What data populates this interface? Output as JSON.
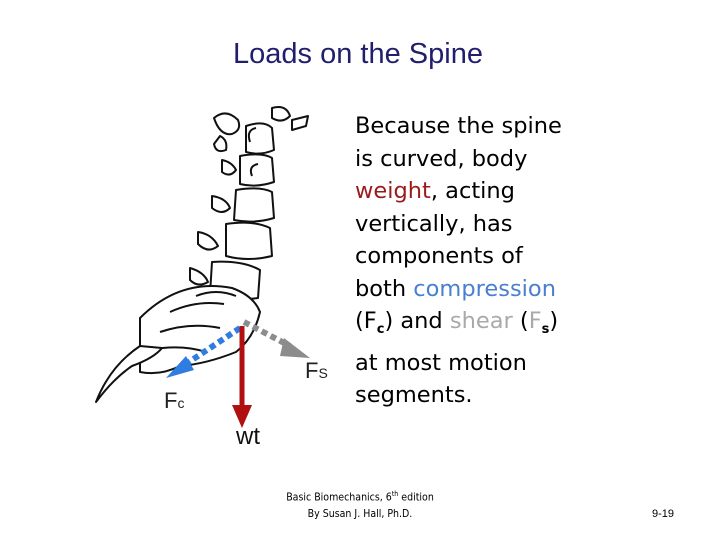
{
  "slide": {
    "title": "Loads on the Spine",
    "labels": {
      "fc_main": "F",
      "fc_sub": "c",
      "fs_main": "F",
      "fs_sub": "S",
      "wt": "wt"
    },
    "body": {
      "line1": "Because the spine",
      "line2": "is curved, body",
      "weight_word": "weight",
      "line3_rest": ", acting",
      "line4": "vertically, has",
      "line5": "components of",
      "line6_pre": "both ",
      "compression_word": "compression",
      "paren_open": "(",
      "fc_letter": "F",
      "fc_sub": "c",
      "and_text": ") and ",
      "shear_word": "shear",
      "paren_open2": " (",
      "fs_letter": "F",
      "fs_sub": "s",
      "paren_close": ")",
      "line8": "at most motion",
      "line9": "segments."
    },
    "footer": {
      "line1_pre": "Basic Biomechanics, 6",
      "line1_sup": "th",
      "line1_post": " edition",
      "line2": "By Susan J. Hall, Ph.D."
    },
    "page_number": "9-19",
    "colors": {
      "weight": "#9b1b1b",
      "compression": "#4a7fd0",
      "shear": "#a9a9a9",
      "wt_arrow": "#b01010",
      "fc_arrow": "#2f7de1",
      "fs_arrow": "#8c8c8c"
    }
  }
}
